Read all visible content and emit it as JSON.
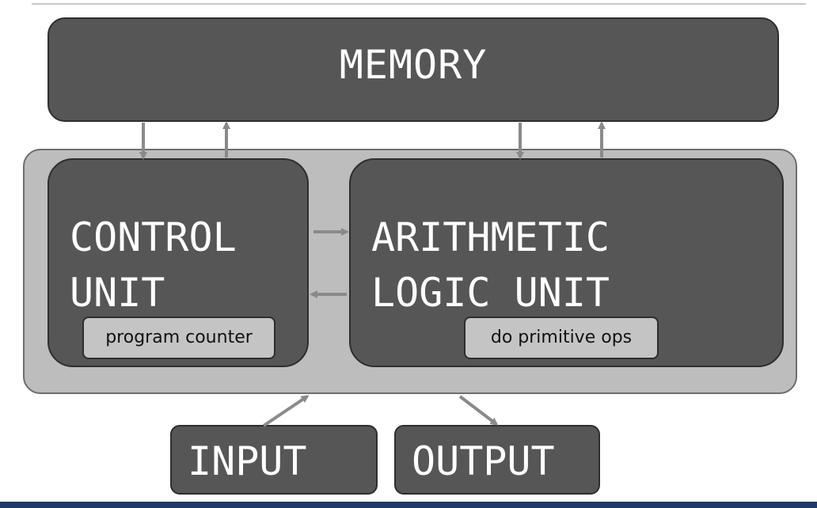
{
  "diagram": {
    "memory": {
      "label": "MEMORY"
    },
    "control_unit": {
      "line1": "CONTROL",
      "line2": "UNIT",
      "sub_label": "program counter"
    },
    "alu": {
      "line1": "ARITHMETIC",
      "line2": "LOGIC UNIT",
      "sub_label": "do primitive ops"
    },
    "input": {
      "label": "INPUT"
    },
    "output": {
      "label": "OUTPUT"
    }
  },
  "colors": {
    "box_fill": "#565656",
    "cpu_fill": "#bdbdbd",
    "pill_fill": "#c4c4c4",
    "arrow": "#8a8a8a",
    "footer_bar": "#1f3a68"
  }
}
